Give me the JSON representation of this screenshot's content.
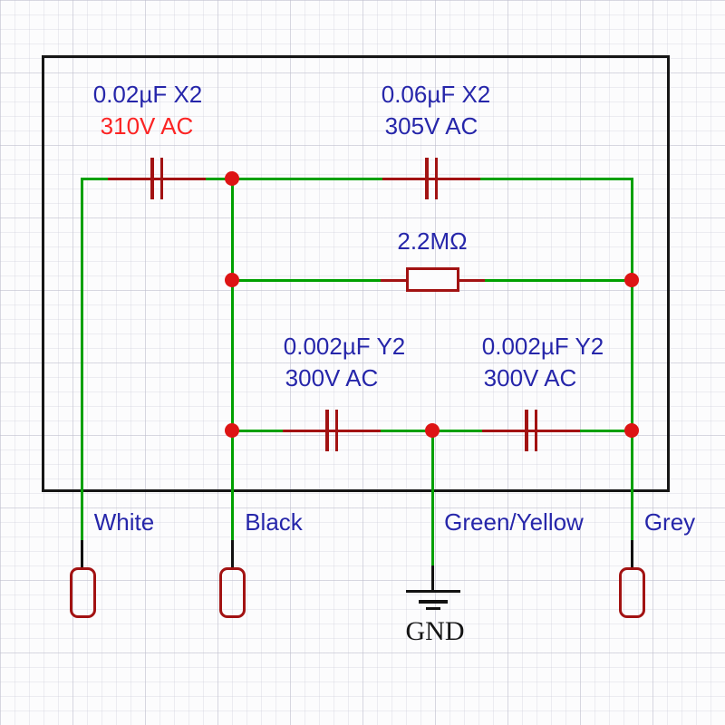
{
  "schematic": {
    "description": "EMI suppression capacitor network schematic",
    "capacitors": [
      {
        "name": "x2-capacitor-1",
        "value": "0.02µF X2",
        "voltage": "310V AC"
      },
      {
        "name": "x2-capacitor-2",
        "value": "0.06µF X2",
        "voltage": "305V AC"
      },
      {
        "name": "y2-capacitor-1",
        "value": "0.002µF Y2",
        "voltage": "300V AC"
      },
      {
        "name": "y2-capacitor-2",
        "value": "0.002µF Y2",
        "voltage": "300V AC"
      }
    ],
    "resistor": {
      "name": "bleed-resistor",
      "value": "2.2MΩ"
    },
    "terminals": [
      {
        "label": "White"
      },
      {
        "label": "Black"
      },
      {
        "label": "Green/Yellow"
      },
      {
        "label": "Grey"
      }
    ],
    "ground": {
      "label": "GND"
    },
    "colors": {
      "wire_green": "#00a000",
      "component_dark_red": "#a21212",
      "junction_red": "#dd1414",
      "label_blue": "#2626aa",
      "warning_red": "#fb2424",
      "wire_black": "#111111",
      "enclosure_border": "#161616"
    }
  }
}
